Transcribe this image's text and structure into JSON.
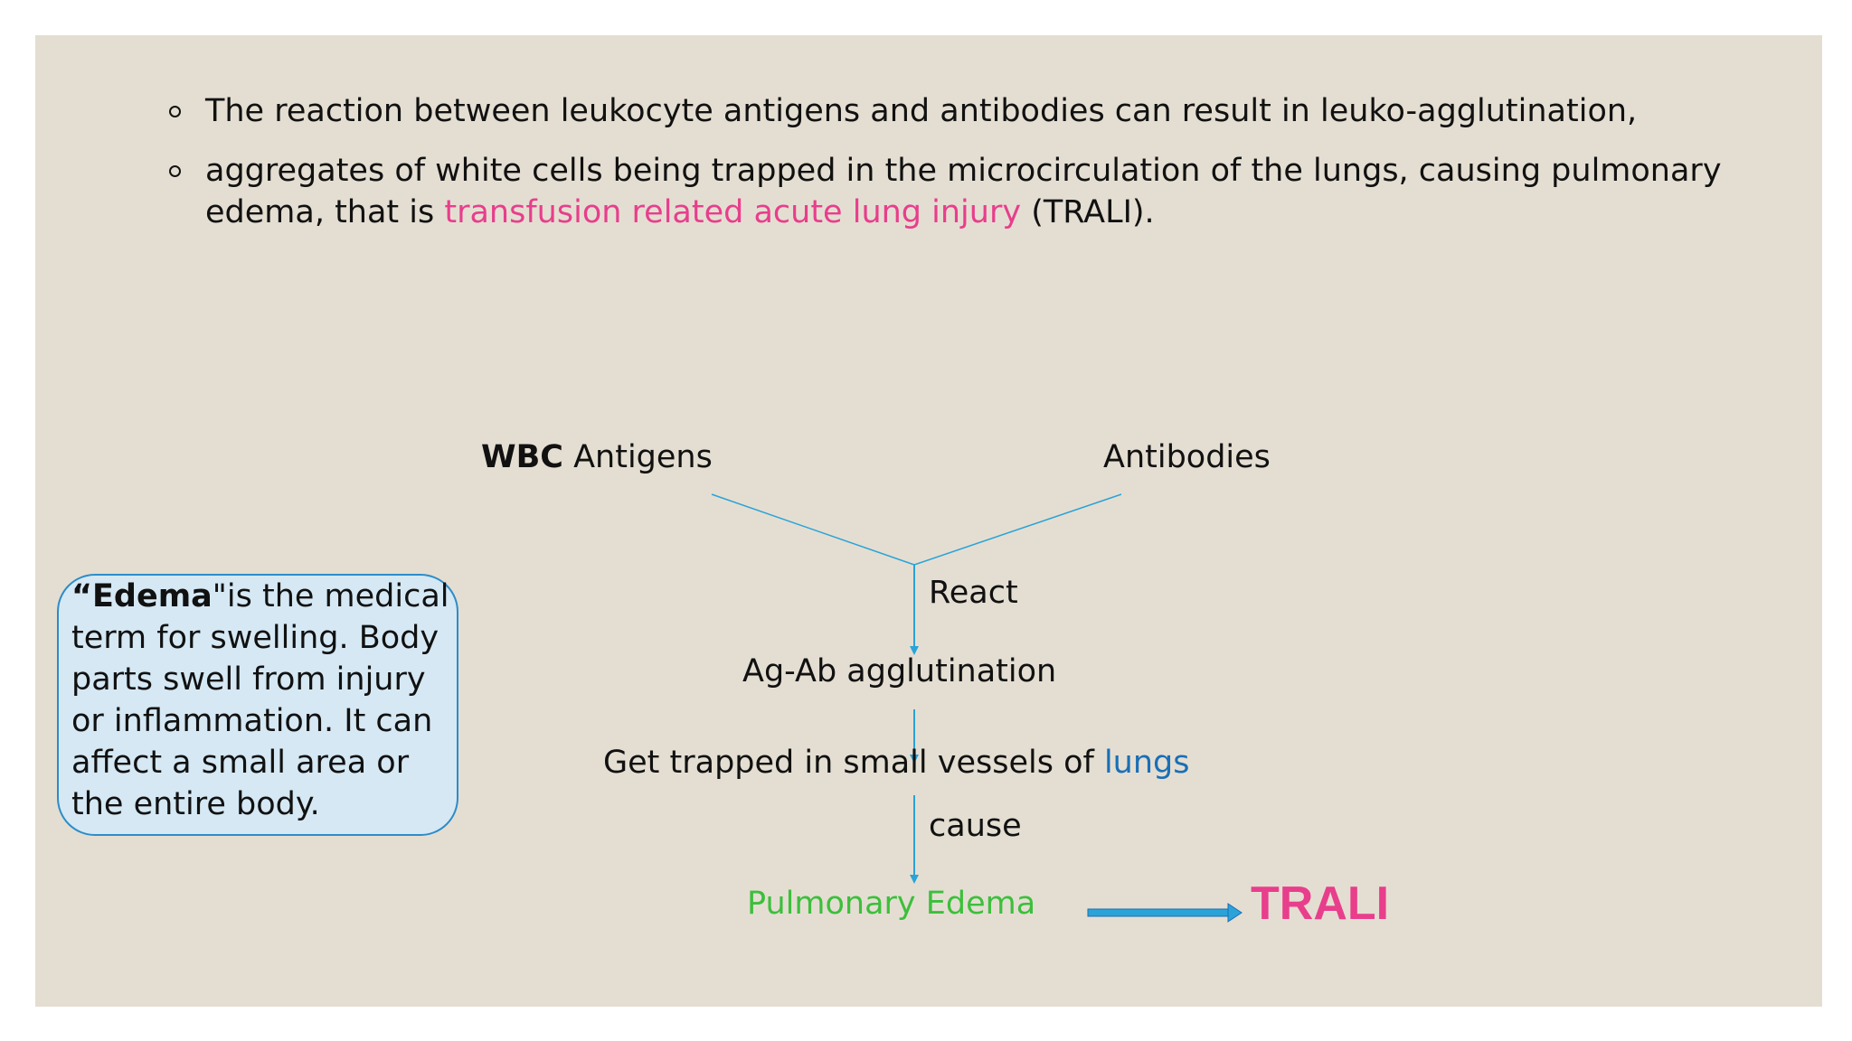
{
  "bullets": [
    {
      "text": "The reaction between leukocyte antigens and antibodies can result in leuko-agglutination,"
    },
    {
      "text_before": "aggregates of white cells being trapped in the microcirculation of the lungs, causing pulmonary edema, that is ",
      "highlight": "transfusion related acute lung injury",
      "text_after": " (TRALI)."
    }
  ],
  "diagram": {
    "wbc_bold": "WBC",
    "wbc_rest": " Antigens",
    "antibodies": "Antibodies",
    "react": "React",
    "agglutination": "Ag-Ab agglutination",
    "trapped_before": "Get trapped in small vessels of ",
    "trapped_lungs": "lungs",
    "cause": "cause",
    "pulmonary_edema": "Pulmonary Edema",
    "result": "TRALI"
  },
  "note": {
    "term": "“Edema",
    "definition": "\"is the medical term for swelling. Body parts swell from injury or inflammation. It can affect a small area or the entire body."
  },
  "colors": {
    "background": "#e4ded2",
    "highlight_pink": "#e83e8c",
    "lungs_blue": "#1a6fb5",
    "edema_green": "#3cbf3c",
    "line_blue": "#2aa3d8",
    "note_fill": "#d5e8f4"
  }
}
